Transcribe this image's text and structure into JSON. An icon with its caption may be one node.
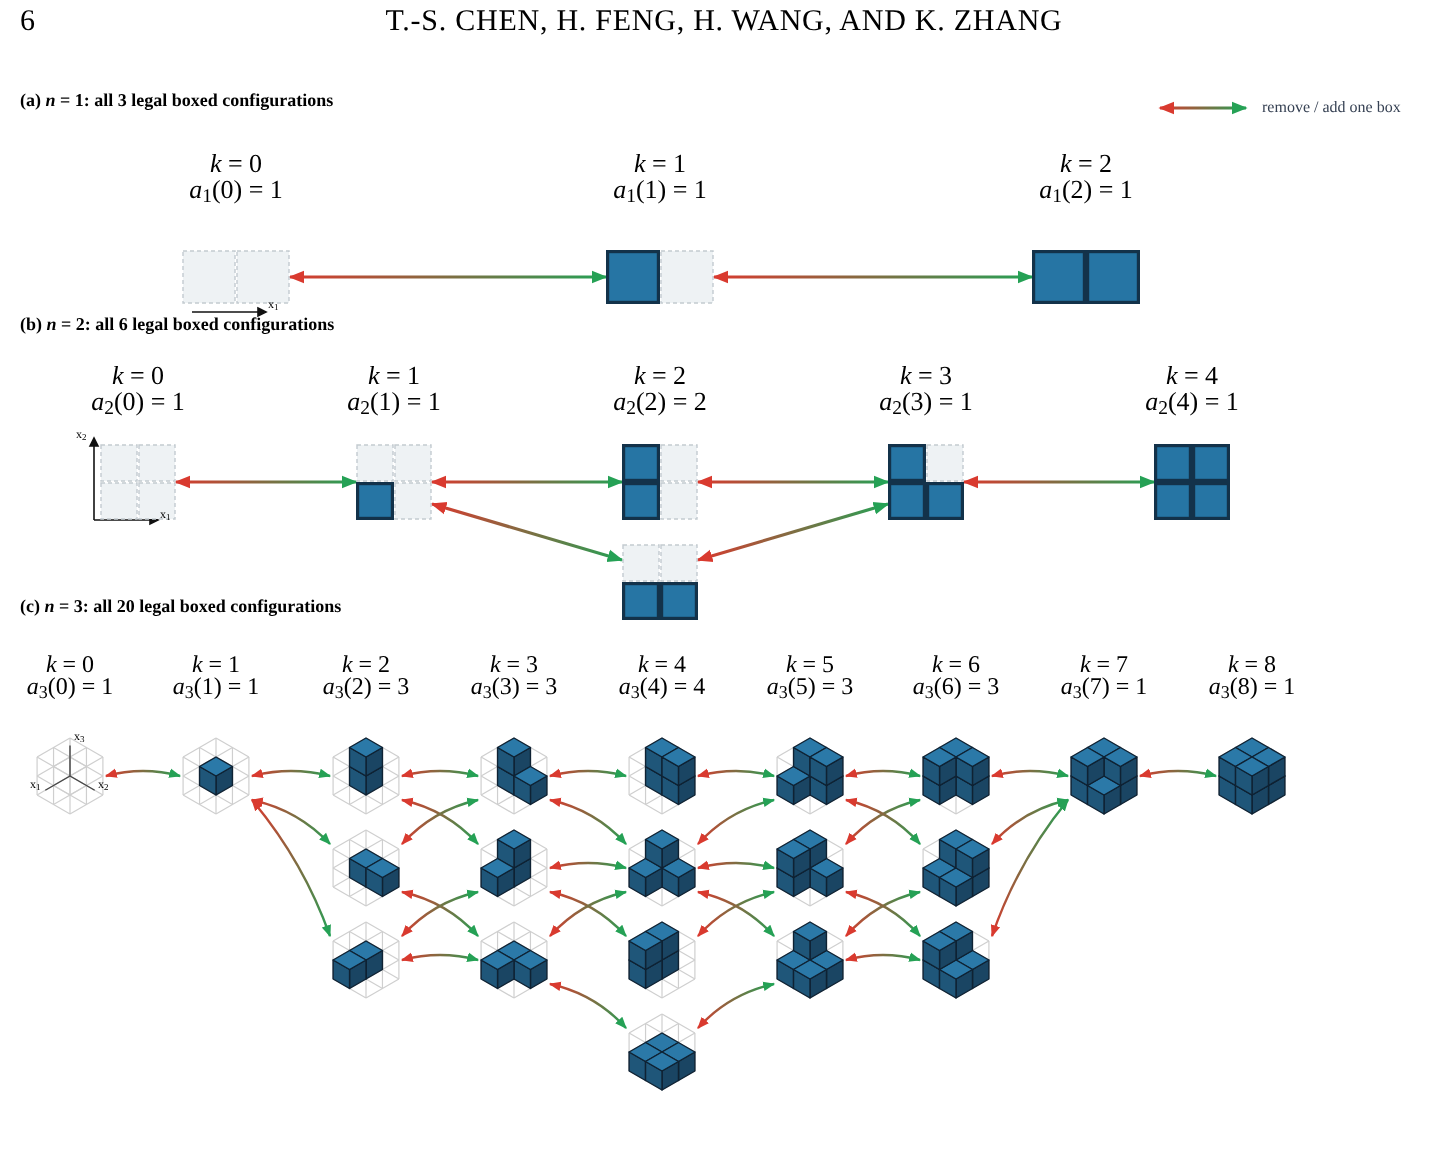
{
  "diagram": {
    "nodes": [
      {
        "text": [],
        "shape": "picture",
        "beside": [
          "*k* = 0",
          "*a*$_{1}$(0) = 1"
        ]
      },
      {
        "text": [],
        "shape": "picture",
        "beside": [
          "*k* = 1",
          "*a*$_{1}$(1) = 1"
        ]
      },
      {
        "text": [],
        "shape": "picture",
        "beside": [
          "*k* = 2",
          "*a*$_{1}$(2) = 1"
        ]
      },
      {
        "text": [],
        "shape": "picture",
        "beside": [
          "*k* = 0",
          "*a*$_{2}$(0) = 1"
        ]
      },
      {
        "text": [],
        "shape": "picture",
        "beside": [
          "*k* = 1",
          "*a*$_{2}$(1) = 1"
        ]
      },
      {
        "text": [],
        "shape": "picture",
        "beside": [
          "*k* = 2",
          "*a*$_{2}$(2) = 2"
        ]
      },
      {
        "text": [],
        "shape": "picture",
        "beside": [
          "*k* = 3",
          "*a*$_{2}$(3) = 1"
        ]
      },
      {
        "text": [],
        "shape": "picture",
        "beside": [
          "*k* = 4",
          "*a*$_{2}$(4) = 1"
        ]
      },
      {
        "text": [],
        "shape": "picture"
      },
      {
        "text": [],
        "shape": "picture",
        "beside": [
          "*k* = 0",
          "*a*$_{3}$(0) = 1"
        ]
      },
      {
        "text": [],
        "shape": "picture",
        "beside": [
          "*k* = 1",
          "*a*$_{3}$(1) = 1"
        ]
      },
      {
        "text": [],
        "shape": "picture",
        "beside": [
          "*k* = 2",
          "*a*$_{3}$(2) = 3"
        ]
      },
      {
        "text": [],
        "shape": "picture",
        "beside": [
          "*k* = 3",
          "*a*$_{3}$(3) = 3"
        ]
      },
      {
        "text": [],
        "shape": "picture",
        "beside": [
          "*k* = 4",
          "*a*$_{3}$(4) = 4"
        ]
      },
      {
        "text": [],
        "shape": "picture",
        "beside": [
          "*k* = 5",
          "*a*$_{3}$(5) = 3"
        ]
      },
      {
        "text": [],
        "shape": "picture",
        "beside": [
          "*k* = 6",
          "*a*$_{3}$(6) = 3"
        ]
      },
      {
        "text": [],
        "shape": "picture",
        "beside": [
          "*k* = 7",
          "*a*$_{3}$(7) = 1"
        ]
      },
      {
        "text": [],
        "shape": "picture",
        "beside": [
          "*k* = 8",
          "*a*$_{3}$(8) = 1"
        ]
      },
      {
        "text": [],
        "shape": "picture"
      },
      {
        "text": [],
        "shape": "picture"
      },
      {
        "text": [],
        "shape": "picture"
      },
      {
        "text": [],
        "shape": "picture"
      },
      {
        "text": [],
        "shape": "picture"
      },
      {
        "text": [],
        "shape": "picture"
      },
      {
        "text": [],
        "shape": "picture"
      },
      {
        "text": [],
        "shape": "picture"
      },
      {
        "text": [],
        "shape": "picture"
      },
      {
        "text": [],
        "shape": "picture"
      },
      {
        "text": [],
        "shape": "picture"
      }
    ],
    "edges": [
      {
        "from": 0,
        "to": 1,
        "arrow": "both"
      },
      {
        "from": 1,
        "to": 2,
        "arrow": "both"
      },
      {
        "from": 3,
        "to": 4,
        "arrow": "both"
      },
      {
        "from": 4,
        "to": 5,
        "arrow": "both"
      },
      {
        "from": 4,
        "to": 8,
        "arrow": "both"
      },
      {
        "from": 5,
        "to": 6,
        "arrow": "both"
      },
      {
        "from": 8,
        "to": 6,
        "arrow": "both"
      },
      {
        "from": 6,
        "to": 7,
        "arrow": "both"
      },
      {
        "from": 9,
        "to": 10,
        "arrow": "both"
      },
      {
        "from": 10,
        "to": 11,
        "arrow": "both"
      },
      {
        "from": 10,
        "to": 18,
        "arrow": "both"
      },
      {
        "from": 10,
        "to": 23,
        "arrow": "both"
      },
      {
        "from": 11,
        "to": 12,
        "arrow": "both"
      },
      {
        "from": 11,
        "to": 19,
        "arrow": "both"
      },
      {
        "from": 18,
        "to": 12,
        "arrow": "both"
      },
      {
        "from": 18,
        "to": 24,
        "arrow": "both"
      },
      {
        "from": 23,
        "to": 19,
        "arrow": "both"
      },
      {
        "from": 23,
        "to": 24,
        "arrow": "both"
      },
      {
        "from": 12,
        "to": 13,
        "arrow": "both"
      },
      {
        "from": 12,
        "to": 20,
        "arrow": "both"
      },
      {
        "from": 19,
        "to": 20,
        "arrow": "both"
      },
      {
        "from": 19,
        "to": 25,
        "arrow": "both"
      },
      {
        "from": 24,
        "to": 20,
        "arrow": "both"
      },
      {
        "from": 24,
        "to": 28,
        "arrow": "both"
      },
      {
        "from": 13,
        "to": 14,
        "arrow": "both"
      },
      {
        "from": 20,
        "to": 14,
        "arrow": "both"
      },
      {
        "from": 20,
        "to": 21,
        "arrow": "both"
      },
      {
        "from": 25,
        "to": 21,
        "arrow": "both"
      },
      {
        "from": 20,
        "to": 26,
        "arrow": "both"
      },
      {
        "from": 28,
        "to": 26,
        "arrow": "both"
      },
      {
        "from": 14,
        "to": 15,
        "arrow": "both"
      },
      {
        "from": 21,
        "to": 15,
        "arrow": "both"
      },
      {
        "from": 14,
        "to": 22,
        "arrow": "both"
      },
      {
        "from": 26,
        "to": 22,
        "arrow": "both"
      },
      {
        "from": 21,
        "to": 27,
        "arrow": "both"
      },
      {
        "from": 26,
        "to": 27,
        "arrow": "both"
      },
      {
        "from": 15,
        "to": 16,
        "arrow": "both"
      },
      {
        "from": 22,
        "to": 16,
        "arrow": "both"
      },
      {
        "from": 27,
        "to": 16,
        "arrow": "both"
      },
      {
        "from": 16,
        "to": 17,
        "arrow": "both"
      }
    ],
    "labels": [
      "6",
      "T.-S. CHEN, H. FENG, H. WANG, AND K. ZHANG",
      "(a) *n* = 1: all 3 legal boxed configurations",
      "x$_{1}$",
      "(b) *n* = 2: all 6 legal boxed configurations",
      "x$_{2}$",
      "x$_{1}$",
      "(c) *n* = 3: all 20 legal boxed configurations",
      "x$_{3}$",
      "x$_{1}$",
      "x$_{2}$"
    ],
    "legend": [
      {
        "text": "remove / add one box"
      }
    ]
  }
}
